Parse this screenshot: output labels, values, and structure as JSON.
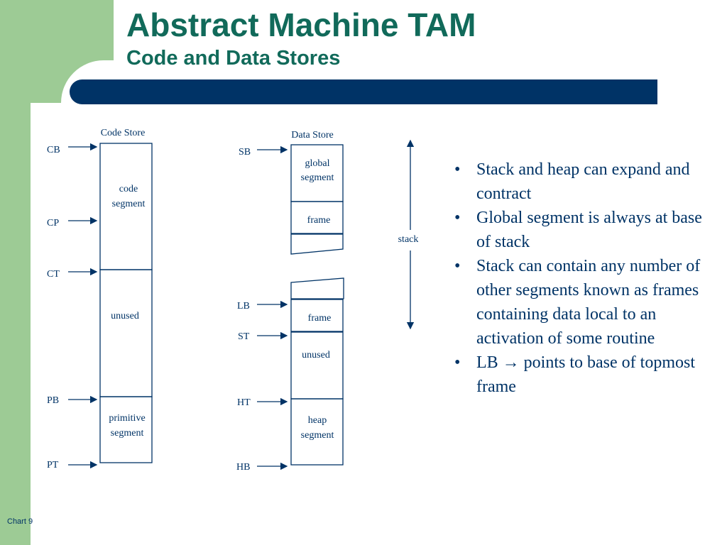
{
  "slide": {
    "title": "Abstract Machine TAM",
    "subtitle": "Code and Data Stores",
    "footer": "Chart 9"
  },
  "colors": {
    "accent_green": "#9dcb95",
    "bar_blue": "#003366",
    "title_teal": "#116a5a",
    "diagram_line": "#003366"
  },
  "code_store": {
    "heading": "Code Store",
    "registers": {
      "cb": "CB",
      "cp": "CP",
      "ct": "CT",
      "pb": "PB",
      "pt": "PT"
    },
    "segments": {
      "code_line1": "code",
      "code_line2": "segment",
      "unused": "unused",
      "primitive_line1": "primitive",
      "primitive_line2": "segment"
    }
  },
  "data_store": {
    "heading": "Data Store",
    "registers": {
      "sb": "SB",
      "lb": "LB",
      "st": "ST",
      "ht": "HT",
      "hb": "HB"
    },
    "segments": {
      "global_line1": "global",
      "global_line2": "segment",
      "frame_top": "frame",
      "frame_bottom": "frame",
      "unused": "unused",
      "heap_line1": "heap",
      "heap_line2": "segment"
    },
    "stack_label": "stack"
  },
  "bullets": [
    "Stack and heap can expand and contract",
    "Global segment is always at base of stack",
    "Stack can contain any number of other segments known as frames containing data local to an activation of some routine",
    "LB → points to base of topmost frame"
  ]
}
